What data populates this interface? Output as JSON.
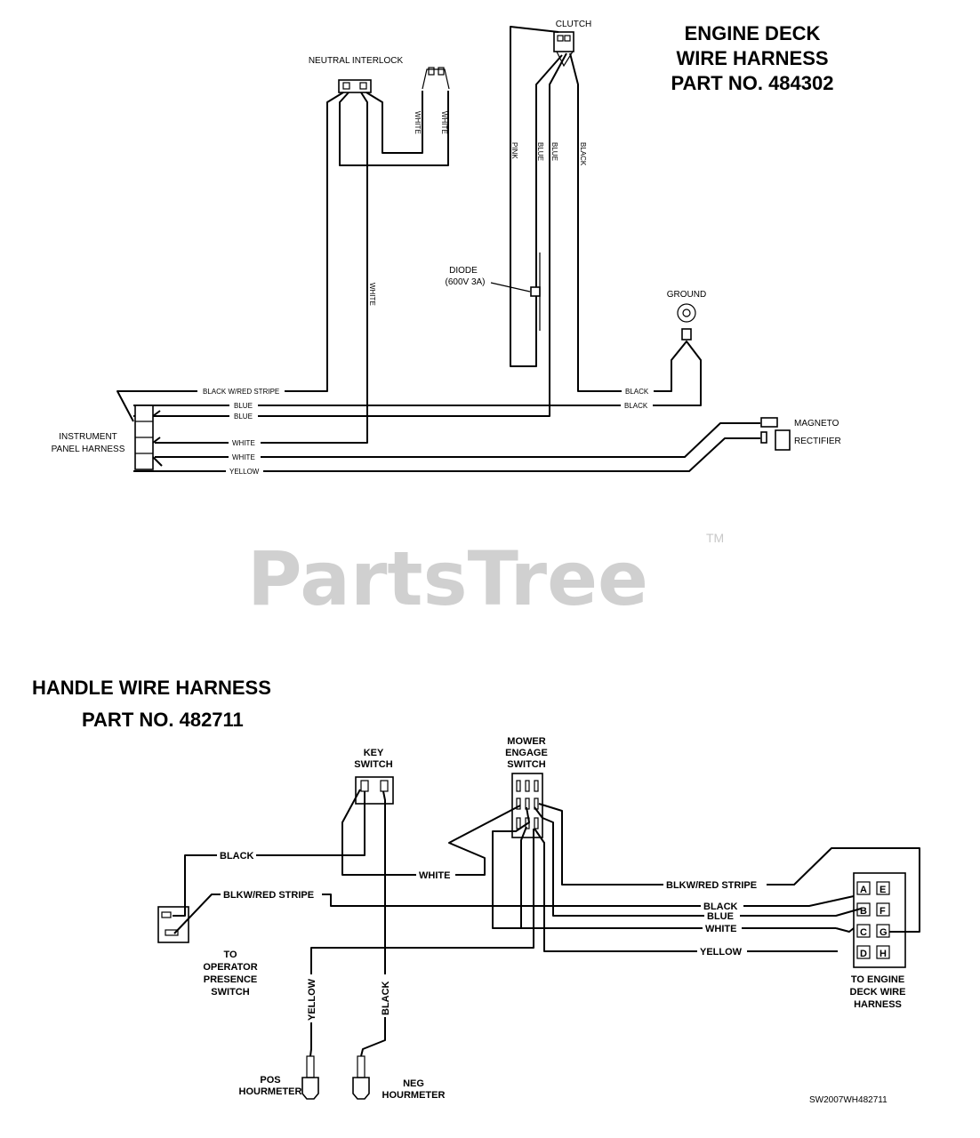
{
  "watermark": {
    "text": "PartsTree",
    "trademark": "TM"
  },
  "engine_deck": {
    "title_line1": "ENGINE DECK",
    "title_line2": "WIRE HARNESS",
    "title_line3": "PART NO. 484302",
    "labels": {
      "clutch": "CLUTCH",
      "neutral_interlock": "NEUTRAL INTERLOCK",
      "ground": "GROUND",
      "diode_line1": "DIODE",
      "diode_line2": "(600V 3A)",
      "instrument_panel_line1": "INSTRUMENT",
      "instrument_panel_line2": "PANEL HARNESS",
      "magneto": "MAGNETO",
      "rectifier": "RECTIFIER"
    },
    "wires": {
      "white_a": "WHITE",
      "white_b": "WHITE",
      "white_long": "WHITE",
      "pink": "PINK",
      "blue_v1": "BLUE",
      "blue_v2": "BLUE",
      "black_v": "BLACK",
      "blk_red_stripe": "BLACK W/RED STRIPE",
      "blue_h1": "BLUE",
      "blue_h2": "BLUE",
      "black_h1": "BLACK",
      "black_h2": "BLACK",
      "white_h1": "WHITE",
      "white_h2": "WHITE",
      "yellow_h": "YELLOW"
    }
  },
  "handle": {
    "title_line1": "HANDLE WIRE HARNESS",
    "title_line2": "PART NO. 482711",
    "labels": {
      "key_switch_line1": "KEY",
      "key_switch_line2": "SWITCH",
      "mower_line1": "MOWER",
      "mower_line2": "ENGAGE",
      "mower_line3": "SWITCH",
      "operator_line1": "TO",
      "operator_line2": "OPERATOR",
      "operator_line3": "PRESENCE",
      "operator_line4": "SWITCH",
      "engine_line1": "TO ENGINE",
      "engine_line2": "DECK WIRE",
      "engine_line3": "HARNESS",
      "pos_line1": "POS",
      "pos_line2": "HOURMETER",
      "neg_line1": "NEG",
      "neg_line2": "HOURMETER",
      "part_code": "SW2007WH482711"
    },
    "wires": {
      "black": "BLACK",
      "white": "WHITE",
      "blk_red_stripe_left": "BLKW/RED STRIPE",
      "blk_red_stripe_right": "BLKW/RED STRIPE",
      "black_r": "BLACK",
      "blue_r": "BLUE",
      "white_r": "WHITE",
      "yellow_r": "YELLOW",
      "yellow_v": "YELLOW",
      "black_v": "BLACK"
    },
    "connector_pins": [
      "A",
      "B",
      "C",
      "D",
      "E",
      "F",
      "G",
      "H"
    ]
  }
}
